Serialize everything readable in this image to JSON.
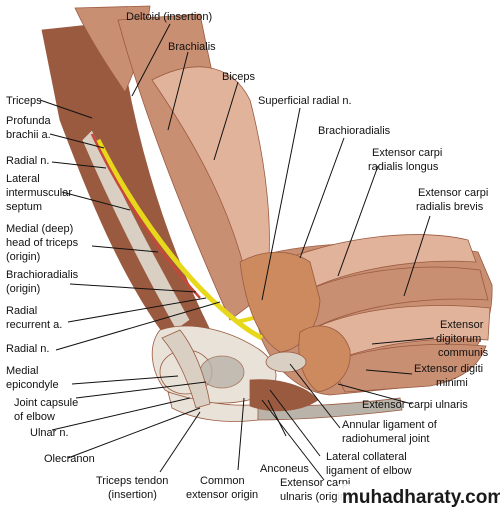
{
  "labels": {
    "deltoid": "Deltoid (insertion)",
    "brachialis": "Brachialis",
    "biceps": "Biceps",
    "triceps": "Triceps",
    "superficial_radial_n": "Superficial radial n.",
    "profunda_1": "Profunda",
    "profunda_2": "brachii a.",
    "brachioradialis_right": "Brachioradialis",
    "radial_n": "Radial n.",
    "ecrl_1": "Extensor carpi",
    "ecrl_2": "radialis longus",
    "lis_1": "Lateral",
    "lis_2": "intermuscular",
    "lis_3": "septum",
    "ecrb_1": "Extensor carpi",
    "ecrb_2": "radialis brevis",
    "medial_head_1": "Medial (deep)",
    "medial_head_2": "head of triceps",
    "medial_head_3": "(origin)",
    "brachioradialis_origin_1": "Brachioradialis",
    "brachioradialis_origin_2": "(origin)",
    "radial_recurrent_1": "Radial",
    "radial_recurrent_2": "recurrent a.",
    "ext_digitorum_1": "Extensor",
    "ext_digitorum_2": "digitorum",
    "ext_digitorum_3": "communis",
    "radial_n_lower": "Radial n.",
    "medial_epicondyle_1": "Medial",
    "medial_epicondyle_2": "epicondyle",
    "ext_digiti_1": "Extensor digiti",
    "ext_digiti_2": "minimi",
    "ecu": "Extensor carpi ulnaris",
    "joint_capsule_1": "Joint capsule",
    "joint_capsule_2": "of elbow",
    "annular_1": "Annular ligament of",
    "annular_2": "radiohumeral joint",
    "ulnar_n": "Ulnar n.",
    "lcl_1": "Lateral collateral",
    "lcl_2": "ligament of elbow",
    "olecranon": "Olecranon",
    "triceps_tendon_1": "Triceps tendon",
    "triceps_tendon_2": "(insertion)",
    "common_extensor_1": "Common",
    "common_extensor_2": "extensor origin",
    "anconeus": "Anconeus",
    "ecu_origin_1": "Extensor carpi",
    "ecu_origin_2": "ulnaris (origin)"
  },
  "watermark": "muhadharaty.com",
  "colors": {
    "muscle": "#c98f73",
    "muscle_dark": "#9a5a40",
    "muscle_light": "#e2b39b",
    "bone": "#e8e2d8",
    "bone_shade": "#b9b3aa",
    "nerve": "#e8d81c",
    "artery": "#c8463a",
    "tendon": "#d9cfc2",
    "fascia": "#cc8a5e",
    "leader": "#111111"
  }
}
